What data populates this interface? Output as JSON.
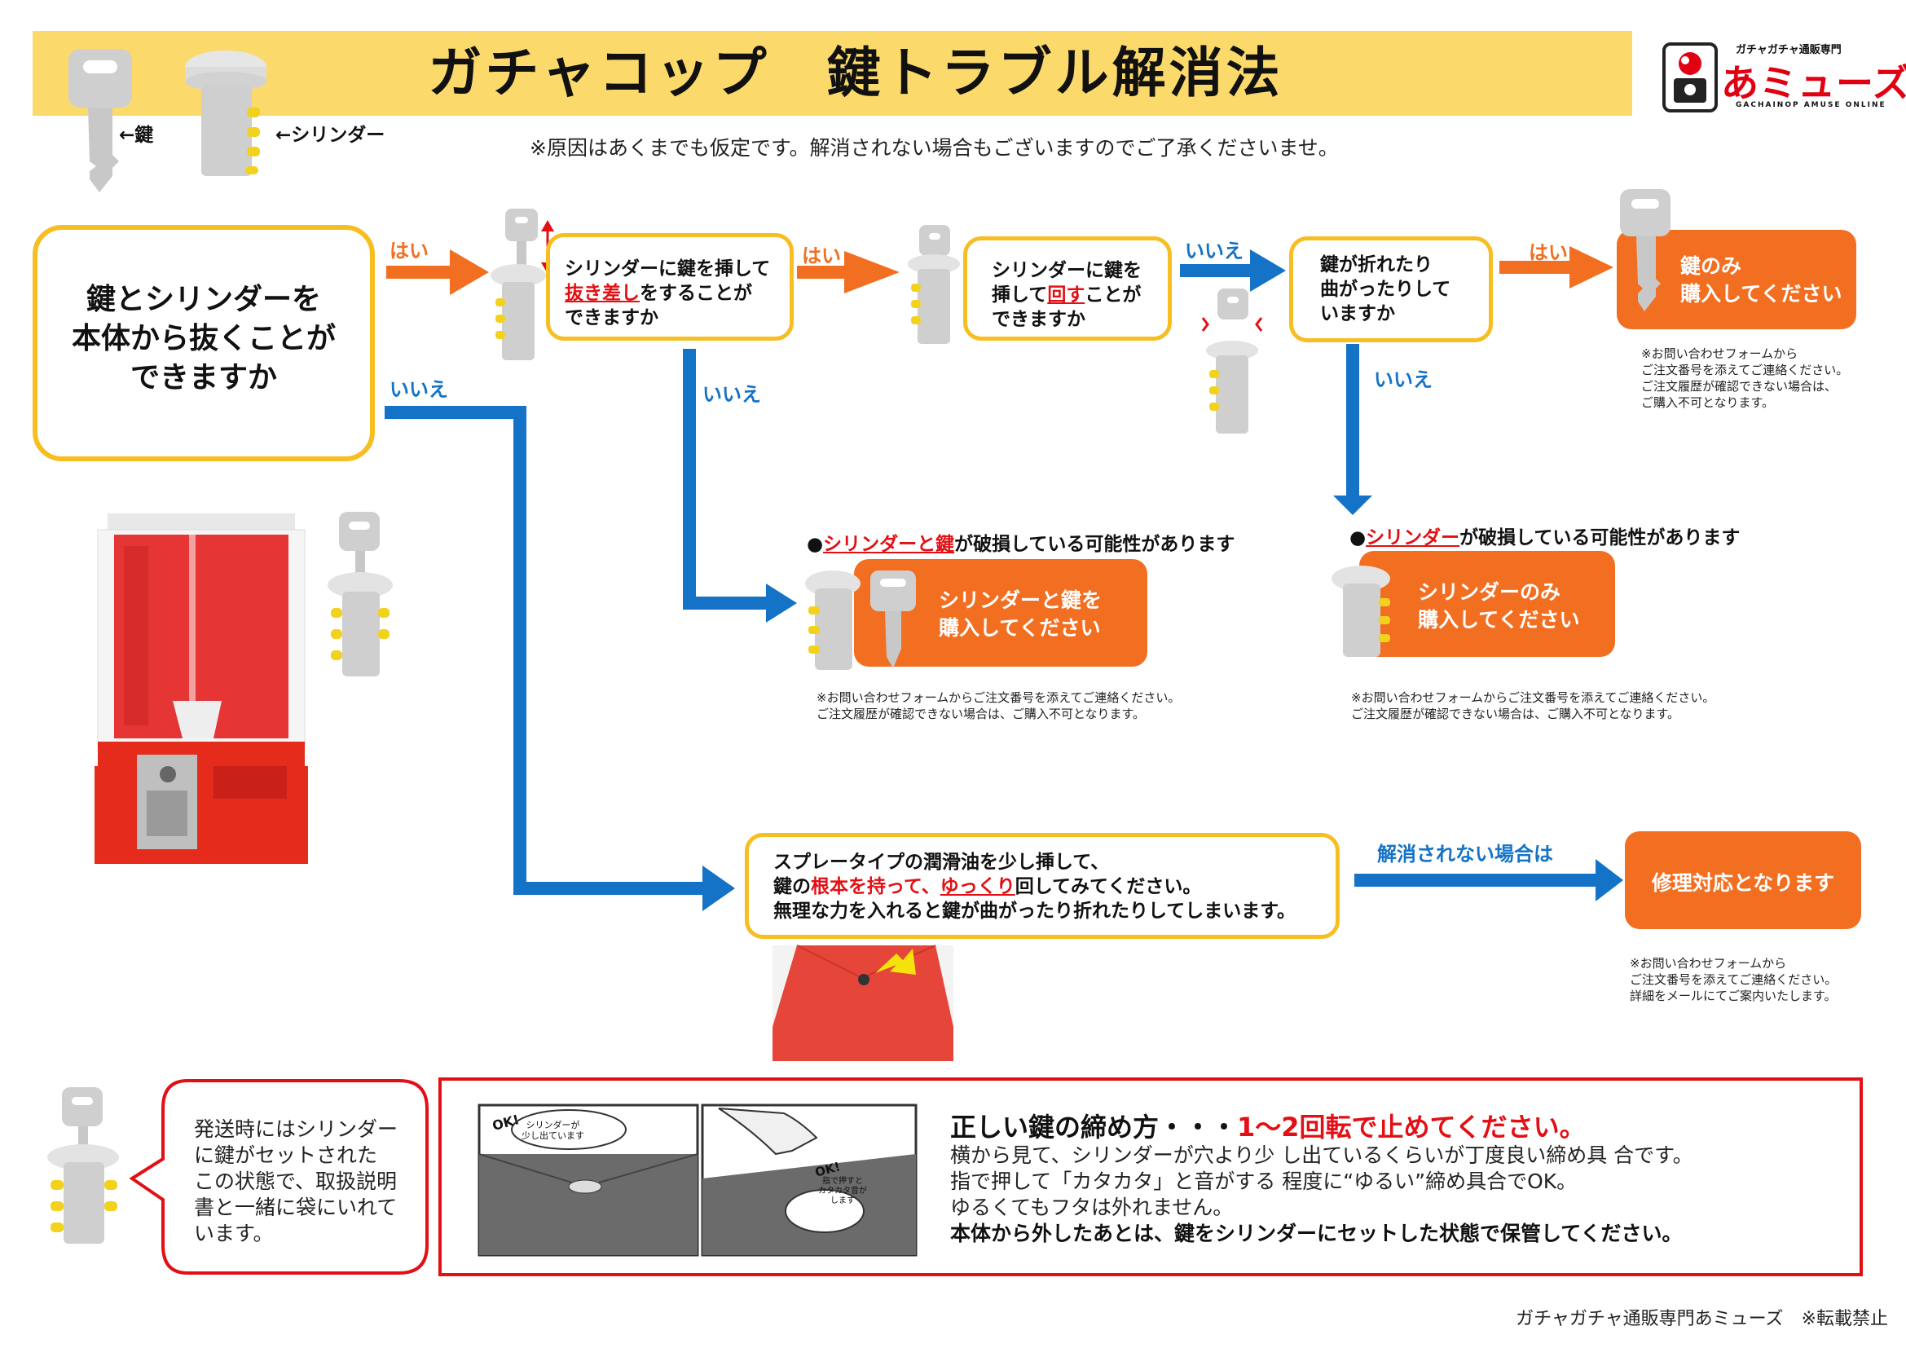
{
  "header": {
    "title": "ガチャコップ　鍵トラブル解消法",
    "note": "※原因はあくまでも仮定です。解消されない場合もございますのでご了承くださいませ。",
    "legend_key": "←鍵",
    "legend_cylinder": "←シリンダー"
  },
  "logo": {
    "sub": "ガチャガチャ通販専門",
    "main": "あミューズ",
    "en": "GACHAINOP AMUSE ONLINE"
  },
  "flow": {
    "q1": "鍵とシリンダーを\n本体から抜くことが\nできますか",
    "q2": {
      "pre": "シリンダーに鍵を挿して",
      "em": "抜き差し",
      "post": "をすることが",
      "last": "できますか"
    },
    "q3": {
      "pre": "シリンダーに鍵を",
      "mid1": "挿して",
      "em": "回す",
      "post": "ことが",
      "last": "できますか"
    },
    "q4": "鍵が折れたり\n曲がったりして\nいますか",
    "yes": "はい",
    "no": "いいえ",
    "result_key_only": "鍵のみ\n購入してください",
    "result_key_only_note": "※お問い合わせフォームから\nご注文番号を添えてご連絡ください。\nご注文履歴が確認できない場合は、\nご購入不可となります。",
    "warn_both": {
      "em1": "シリンダーと",
      "em2": "鍵",
      "post": "が破損している可能性があります"
    },
    "result_both": "シリンダーと鍵を\n購入してください",
    "result_both_note": "※お問い合わせフォームからご注文番号を添えてご連絡ください。\nご注文履歴が確認できない場合は、ご購入不可となります。",
    "warn_cyl": {
      "em": "シリンダー",
      "post": "が破損している可能性があります"
    },
    "result_cyl": "シリンダーのみ\n購入してください",
    "result_cyl_note": "※お問い合わせフォームからご注文番号を添えてご連絡ください。\nご注文履歴が確認できない場合は、ご購入不可となります。",
    "lube": {
      "line1": "スプレータイプの潤滑油を少し挿して、",
      "l2a": "鍵の",
      "l2b": "根本を持って",
      "l2c": "、",
      "l2d": "ゆっくり",
      "l2e": "回してみてください。",
      "line3": "無理な力を入れると鍵が曲がったり折れたりしてしまいます。"
    },
    "unresolved": "解消されない場合は",
    "repair": "修理対応となります",
    "repair_note": "※お問い合わせフォームから\nご注文番号を添えてご連絡ください。\n詳細をメールにてご案内いたします。"
  },
  "bottom": {
    "bubble": "発送時にはシリンダー\nに鍵がセットされた\nこの状態で、取扱説明\n書と一緒に袋にいれて\nいます。",
    "howto_title": "正しい鍵の締め方・・・",
    "howto_title_em": "1～2回転で止めてください。",
    "howto_l1": "横から見て、シリンダーが穴より少 し出ているくらいが丁度良い締め具 合です。",
    "howto_l2": "指で押して「カタカタ」と音がする 程度に“ゆるい”締め具合でOK。",
    "howto_l3": "ゆるくてもフタは外れません。",
    "howto_l4": "本体から外したあとは、鍵をシリンダーにセットした状態で保管してください。",
    "ok_badge": "OK!",
    "ok1_caption": "シリンダーが\n少し出ています",
    "ok2_caption": "指で押すと\nカタカタ音が\nします"
  },
  "footer": "ガチャガチャ通販専門あミューズ　※転載禁止"
}
